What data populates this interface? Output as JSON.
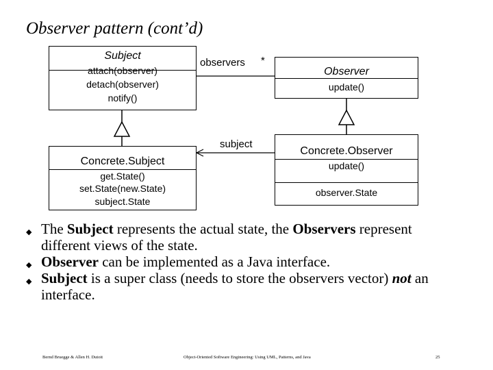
{
  "title": "Observer pattern (cont’d)",
  "diagram": {
    "subject": {
      "name": "Subject",
      "operations": [
        "attach(observer)",
        "detach(observer)",
        "notify()"
      ]
    },
    "observer": {
      "name": "Observer",
      "operations": [
        "update()"
      ]
    },
    "concrete_subject": {
      "name": "Concrete.Subject",
      "operations": [
        "get.State()",
        "set.State(new.State)",
        "subject.State"
      ]
    },
    "concrete_observer": {
      "name": "Concrete.Observer",
      "operations": [
        "update()"
      ],
      "attributes": [
        "observer.State"
      ]
    },
    "association_observers": {
      "role": "observers",
      "multiplicity": "*"
    },
    "association_subject": {
      "role": "subject"
    }
  },
  "bullets": [
    {
      "segments": [
        {
          "text": "The ",
          "style": "normal"
        },
        {
          "text": "Subject",
          "style": "bold"
        },
        {
          "text": " represents the actual state, the ",
          "style": "normal"
        },
        {
          "text": "Observers",
          "style": "bold"
        },
        {
          "text": " represent different views of the state.",
          "style": "normal"
        }
      ]
    },
    {
      "segments": [
        {
          "text": "Observer",
          "style": "bold"
        },
        {
          "text": " can  be implemented as a Java interface.",
          "style": "normal"
        }
      ]
    },
    {
      "segments": [
        {
          "text": "Subject",
          "style": "bold"
        },
        {
          "text": " is a super class (needs to store the observers vector) ",
          "style": "normal"
        },
        {
          "text": "not",
          "style": "bold-italic"
        },
        {
          "text": " an interface.",
          "style": "normal"
        }
      ]
    }
  ],
  "footer": {
    "left": "Bernd Bruegge & Allen H. Dutoit",
    "center": "Object-Oriented Software Engineering: Using UML, Patterns, and Java",
    "page": "25"
  }
}
